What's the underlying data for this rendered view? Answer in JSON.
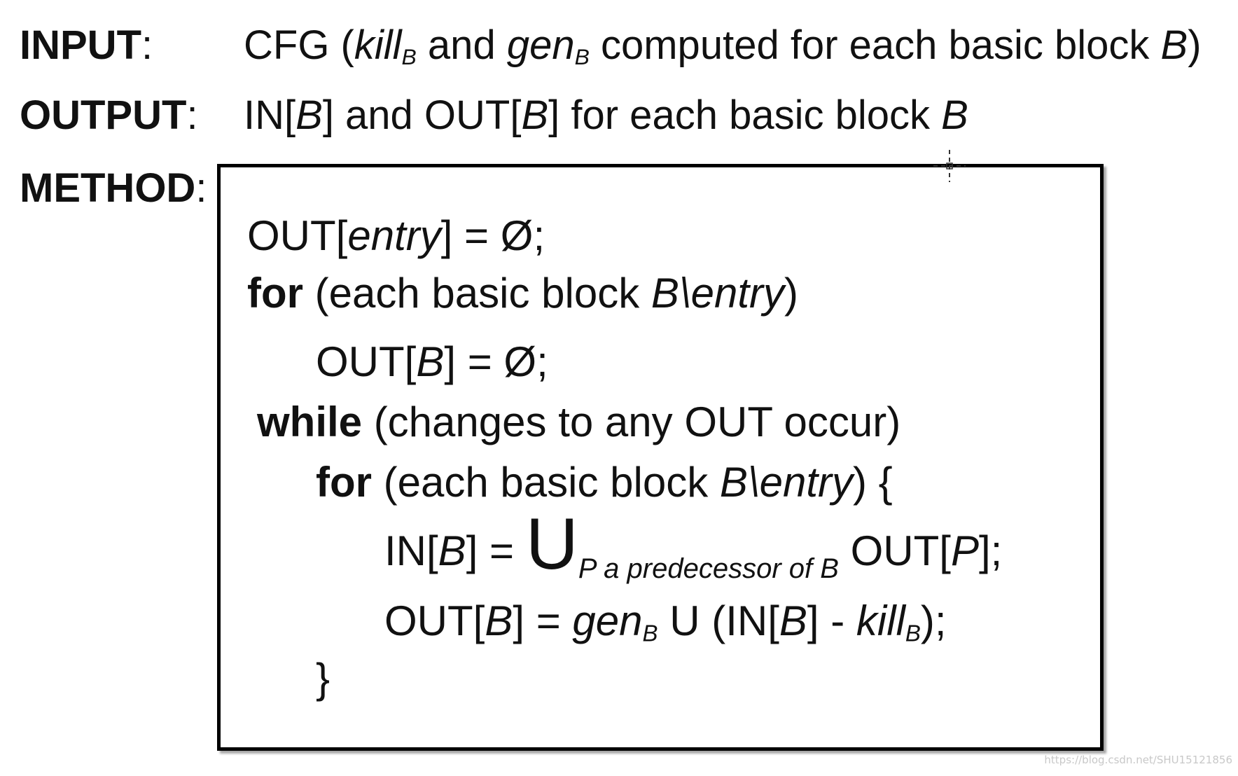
{
  "input": {
    "label": "INPUT",
    "colon": ":",
    "text_1": "CFG (",
    "kill": "kill",
    "sub_b1": "B",
    "text_2": " and ",
    "gen": "gen",
    "sub_b2": "B",
    "text_3": " computed for each basic block ",
    "block": "B",
    "text_4": ")"
  },
  "output": {
    "label": "OUTPUT",
    "colon": ":",
    "text_1": "IN[",
    "b1": "B",
    "text_2": "] and OUT[",
    "b2": "B",
    "text_3": "] for each basic block ",
    "b3": "B"
  },
  "method": {
    "label": "METHOD",
    "colon": ":",
    "line1": {
      "pre": "OUT[",
      "entry": "entry",
      "post": "] = Ø;"
    },
    "line2": {
      "kw": "for",
      "pre": " (each basic block ",
      "b": "B",
      "entry": "\\entry",
      "post": ")"
    },
    "line3": {
      "pre": "OUT[",
      "b": "B",
      "post": "] = Ø;"
    },
    "line4": {
      "kw": "while",
      "text": " (changes to any OUT occur)"
    },
    "line5": {
      "kw": "for",
      "pre": " (each basic block ",
      "b": "B",
      "entry": "\\entry",
      "post": ") {"
    },
    "line6": {
      "pre": "IN[",
      "b": "B",
      "eq": "] = ",
      "union": "U",
      "sub": "P a predecessor of B",
      "post_1": " OUT[",
      "p": "P",
      "post_2": "];"
    },
    "line7": {
      "pre": "OUT[",
      "b": "B",
      "eq": "] = ",
      "gen": "gen",
      "gen_sub": "B",
      "mid": " U (IN[",
      "b2": "B",
      "minus": "] - ",
      "kill": "kill",
      "kill_sub": "B",
      "post": ");"
    },
    "line8": {
      "brace": "}"
    }
  },
  "watermark": "https://blog.csdn.net/SHU15121856"
}
